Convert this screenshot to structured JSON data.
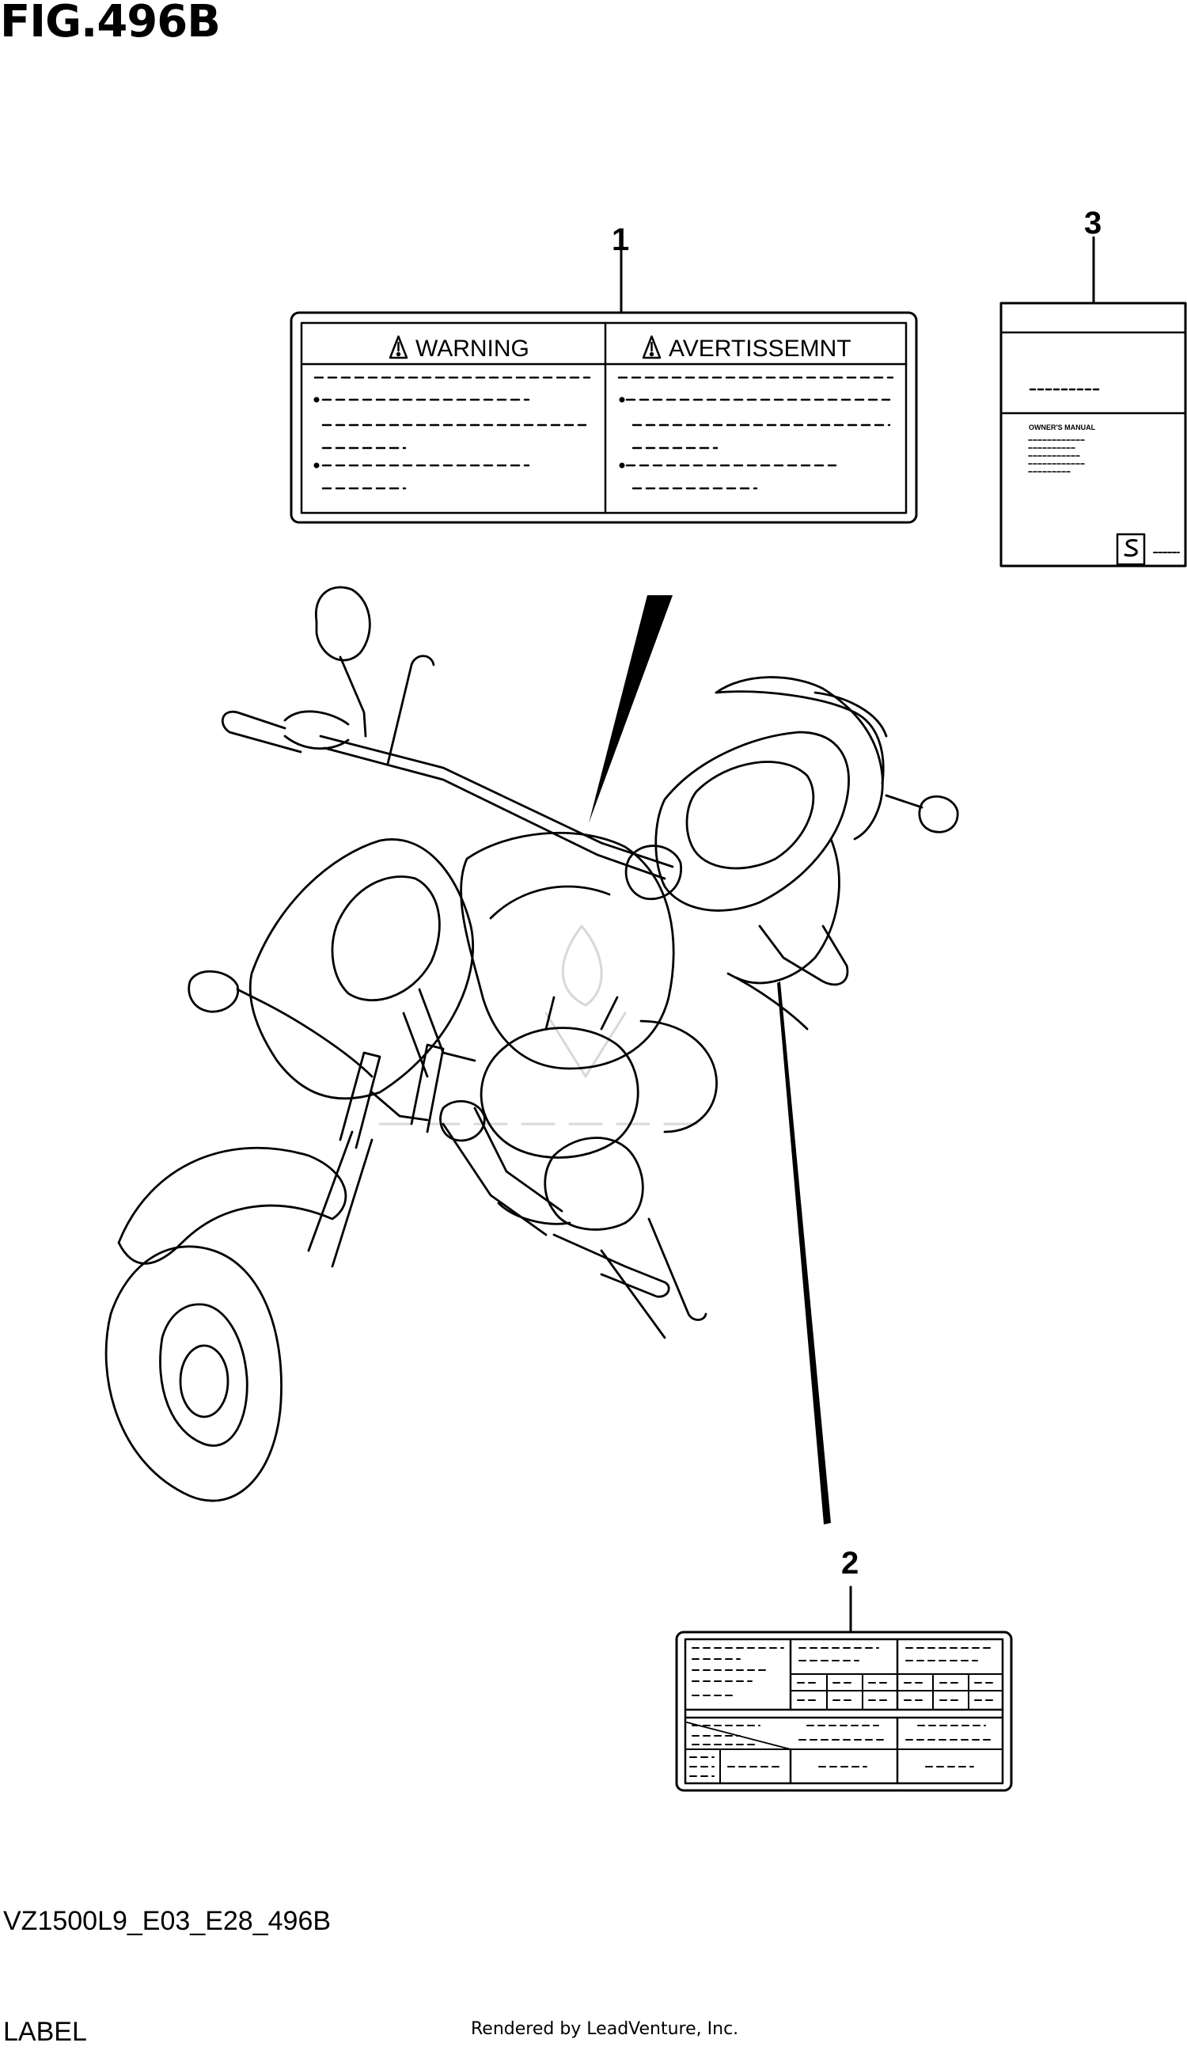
{
  "figure": {
    "title": "FIG.496B",
    "model_code": "VZ1500L9_E03_E28_496B",
    "section_name": "LABEL",
    "credit": "Rendered by LeadVenture, Inc."
  },
  "callouts": [
    {
      "number": "1"
    },
    {
      "number": "2"
    },
    {
      "number": "3"
    }
  ],
  "warning_label": {
    "left_heading": "WARNING",
    "right_heading": "AVERTISSEMNT"
  },
  "owners_manual": {
    "text": "OWNER'S MANUAL"
  },
  "icons": {
    "warning": "warning-triangle-icon",
    "brand": "brand-s-logo-icon"
  }
}
